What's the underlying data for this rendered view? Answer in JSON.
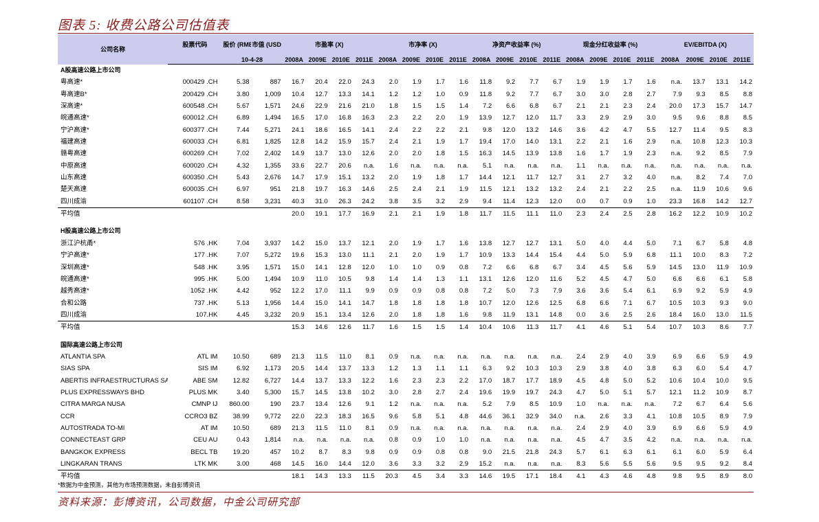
{
  "title": "图表 5: 收费公路公司估值表",
  "header": {
    "company": "公司名称",
    "code": "股票代码",
    "price": "股价 (RMB)",
    "mcap": "市值 (USD m)",
    "groups": [
      "市盈率 (X)",
      "市净率 (X)",
      "净资产收益率 (%)",
      "现金分红收益率 (%)",
      "EV/EBITDA (X)"
    ],
    "date": "10-4-28",
    "years": [
      "2008A",
      "2009E",
      "2010E",
      "2011E"
    ]
  },
  "sections": [
    {
      "label": "A股高速公路上市公司",
      "rows": [
        [
          "粤高速*",
          "000429 .CH",
          "5.38",
          "887",
          "16.7",
          "20.4",
          "22.0",
          "24.3",
          "2.0",
          "1.9",
          "1.7",
          "1.6",
          "11.8",
          "9.2",
          "7.7",
          "6.7",
          "1.9",
          "1.9",
          "1.7",
          "1.6",
          "n.a.",
          "13.7",
          "13.1",
          "14.2"
        ],
        [
          "粤高速B*",
          "200429 .CH",
          "3.80",
          "1,009",
          "10.4",
          "12.7",
          "13.3",
          "14.1",
          "1.2",
          "1.2",
          "1.0",
          "0.9",
          "11.8",
          "9.2",
          "7.7",
          "6.7",
          "3.0",
          "3.0",
          "2.8",
          "2.7",
          "7.9",
          "9.3",
          "8.5",
          "8.8"
        ],
        [
          "深高速*",
          "600548 .CH",
          "5.67",
          "1,571",
          "24.6",
          "22.9",
          "21.6",
          "21.0",
          "1.8",
          "1.5",
          "1.5",
          "1.4",
          "7.2",
          "6.6",
          "6.8",
          "6.7",
          "2.1",
          "2.1",
          "2.3",
          "2.4",
          "20.0",
          "17.3",
          "15.7",
          "14.7"
        ],
        [
          "皖通高速*",
          "600012 .CH",
          "6.89",
          "1,494",
          "16.5",
          "17.0",
          "16.8",
          "16.3",
          "2.3",
          "2.2",
          "2.0",
          "1.9",
          "13.9",
          "12.7",
          "12.0",
          "11.7",
          "3.3",
          "2.9",
          "2.9",
          "3.0",
          "9.5",
          "9.6",
          "8.8",
          "8.5"
        ],
        [
          "宁沪高速*",
          "600377 .CH",
          "7.44",
          "5,271",
          "24.1",
          "18.6",
          "16.5",
          "14.1",
          "2.4",
          "2.2",
          "2.2",
          "2.1",
          "9.8",
          "12.0",
          "13.2",
          "14.6",
          "3.6",
          "4.2",
          "4.7",
          "5.5",
          "12.7",
          "11.4",
          "9.5",
          "8.3"
        ],
        [
          "福建高速",
          "600033 .CH",
          "6.81",
          "1,825",
          "12.8",
          "14.2",
          "15.9",
          "15.7",
          "2.4",
          "2.1",
          "1.9",
          "1.7",
          "19.4",
          "17.0",
          "14.0",
          "13.1",
          "2.2",
          "2.1",
          "1.6",
          "2.9",
          "n.a.",
          "10.8",
          "12.3",
          "10.3"
        ],
        [
          "赣粤高速",
          "600269 .CH",
          "7.02",
          "2,402",
          "14.9",
          "13.7",
          "13.0",
          "12.6",
          "2.0",
          "2.0",
          "1.8",
          "1.5",
          "16.3",
          "14.5",
          "13.9",
          "13.8",
          "1.6",
          "1.7",
          "1.9",
          "2.3",
          "n.a.",
          "9.2",
          "8.5",
          "7.9"
        ],
        [
          "中原高速",
          "600020 .CH",
          "4.32",
          "1,355",
          "33.6",
          "22.7",
          "20.6",
          "n.a.",
          "1.6",
          "n.a.",
          "n.a.",
          "n.a.",
          "5.1",
          "n.a.",
          "n.a.",
          "n.a.",
          "1.1",
          "n.a.",
          "n.a.",
          "n.a.",
          "n.a.",
          "n.a.",
          "n.a.",
          "n.a."
        ],
        [
          "山东高速",
          "600350 .CH",
          "5.43",
          "2,676",
          "14.7",
          "17.9",
          "15.1",
          "13.2",
          "2.0",
          "1.9",
          "1.8",
          "1.7",
          "14.4",
          "12.1",
          "11.7",
          "12.7",
          "3.1",
          "2.7",
          "3.2",
          "4.0",
          "n.a.",
          "8.2",
          "7.4",
          "7.0"
        ],
        [
          "楚天高速",
          "600035 .CH",
          "6.97",
          "951",
          "21.8",
          "19.7",
          "16.3",
          "14.6",
          "2.5",
          "2.4",
          "2.1",
          "1.9",
          "11.5",
          "12.1",
          "13.2",
          "13.2",
          "2.4",
          "2.1",
          "2.2",
          "2.5",
          "n.a.",
          "11.9",
          "10.6",
          "9.6"
        ],
        [
          "四川成渝",
          "601107 .CH",
          "8.58",
          "3,231",
          "40.3",
          "31.0",
          "26.3",
          "24.2",
          "3.8",
          "3.5",
          "3.2",
          "2.9",
          "9.4",
          "11.4",
          "12.3",
          "12.0",
          "0.0",
          "0.7",
          "0.9",
          "1.0",
          "23.3",
          "16.8",
          "14.2",
          "12.7"
        ]
      ],
      "average": [
        "平均值",
        "",
        "",
        "",
        "20.0",
        "19.1",
        "17.7",
        "16.9",
        "2.1",
        "2.1",
        "1.9",
        "1.8",
        "11.7",
        "11.5",
        "11.1",
        "11.0",
        "2.3",
        "2.4",
        "2.5",
        "2.8",
        "16.2",
        "12.2",
        "10.9",
        "10.2"
      ]
    },
    {
      "label": "H股高速公路上市公司",
      "rows": [
        [
          "浙江沪杭甬*",
          "576 .HK",
          "7.04",
          "3,937",
          "14.2",
          "15.0",
          "13.7",
          "12.1",
          "2.0",
          "1.9",
          "1.7",
          "1.6",
          "13.8",
          "12.7",
          "12.7",
          "13.1",
          "5.0",
          "4.0",
          "4.4",
          "5.0",
          "7.1",
          "6.7",
          "5.8",
          "4.8"
        ],
        [
          "宁沪高速*",
          "177 .HK",
          "7.07",
          "5,272",
          "19.6",
          "15.3",
          "13.0",
          "11.1",
          "2.1",
          "2.0",
          "1.9",
          "1.7",
          "10.9",
          "13.3",
          "14.4",
          "15.4",
          "4.4",
          "5.0",
          "5.9",
          "6.8",
          "11.1",
          "10.0",
          "8.3",
          "7.2"
        ],
        [
          "深圳高速*",
          "548 .HK",
          "3.95",
          "1,571",
          "15.0",
          "14.1",
          "12.8",
          "12.0",
          "1.0",
          "1.0",
          "0.9",
          "0.8",
          "7.2",
          "6.6",
          "6.8",
          "6.7",
          "3.4",
          "4.5",
          "5.6",
          "5.9",
          "14.5",
          "13.0",
          "11.9",
          "10.9"
        ],
        [
          "皖通高速*",
          "995 .HK",
          "5.00",
          "1,494",
          "10.9",
          "11.0",
          "10.5",
          "9.8",
          "1.4",
          "1.4",
          "1.3",
          "1.1",
          "13.1",
          "12.6",
          "12.0",
          "11.6",
          "5.2",
          "4.5",
          "4.7",
          "5.0",
          "6.6",
          "6.6",
          "6.1",
          "5.8"
        ],
        [
          "越秀高速*",
          "1052 .HK",
          "4.42",
          "952",
          "12.2",
          "17.0",
          "11.1",
          "9.9",
          "0.9",
          "0.9",
          "0.8",
          "0.8",
          "7.2",
          "5.0",
          "7.3",
          "7.9",
          "3.6",
          "3.6",
          "5.4",
          "6.1",
          "6.9",
          "9.2",
          "5.9",
          "4.9"
        ],
        [
          "合和公路",
          "737 .HK",
          "5.13",
          "1,956",
          "14.4",
          "15.0",
          "14.1",
          "14.7",
          "1.8",
          "1.8",
          "1.8",
          "1.8",
          "10.7",
          "12.0",
          "12.6",
          "12.5",
          "6.8",
          "6.6",
          "7.1",
          "6.7",
          "10.5",
          "10.3",
          "9.3",
          "9.0"
        ],
        [
          "四川成渝",
          "107.HK",
          "4.45",
          "3,232",
          "20.9",
          "15.1",
          "13.4",
          "12.6",
          "2.0",
          "1.8",
          "1.8",
          "1.6",
          "9.8",
          "11.9",
          "13.1",
          "14.8",
          "0.0",
          "3.6",
          "2.5",
          "2.6",
          "18.4",
          "16.0",
          "13.0",
          "11.5"
        ]
      ],
      "average": [
        "平均值",
        "",
        "",
        "",
        "15.3",
        "14.6",
        "12.6",
        "11.7",
        "1.6",
        "1.5",
        "1.5",
        "1.4",
        "10.4",
        "10.6",
        "11.3",
        "11.7",
        "4.1",
        "4.6",
        "5.1",
        "5.4",
        "10.7",
        "10.3",
        "8.6",
        "7.7"
      ]
    },
    {
      "label": "国际高速公路上市公司",
      "rows": [
        [
          "ATLANTIA SPA",
          "ATL IM",
          "10.50",
          "689",
          "21.3",
          "11.5",
          "11.0",
          "8.1",
          "0.9",
          "n.a.",
          "n.a.",
          "n.a.",
          "n.a.",
          "n.a.",
          "n.a.",
          "n.a.",
          "2.4",
          "2.9",
          "4.0",
          "3.9",
          "6.9",
          "6.6",
          "5.9",
          "4.9"
        ],
        [
          "SIAS SPA",
          "SIS IM",
          "6.92",
          "1,173",
          "20.5",
          "14.4",
          "13.7",
          "13.3",
          "1.2",
          "1.3",
          "1.1",
          "1.1",
          "6.3",
          "9.2",
          "10.3",
          "10.3",
          "2.9",
          "3.8",
          "4.0",
          "3.8",
          "6.3",
          "6.0",
          "5.4",
          "4.7"
        ],
        [
          "ABERTIS INFRAESTRUCTURAS SA",
          "ABE SM",
          "12.82",
          "6,727",
          "14.4",
          "13.7",
          "13.3",
          "12.2",
          "1.6",
          "2.3",
          "2.3",
          "2.2",
          "17.0",
          "18.7",
          "17.7",
          "18.9",
          "4.5",
          "4.8",
          "5.0",
          "5.2",
          "10.6",
          "10.4",
          "10.0",
          "9.5"
        ],
        [
          "PLUS EXPRESSWAYS BHD",
          "PLUS MK",
          "3.40",
          "5,300",
          "15.7",
          "14.5",
          "13.8",
          "10.2",
          "3.0",
          "2.8",
          "2.7",
          "2.4",
          "19.6",
          "19.9",
          "19.7",
          "24.3",
          "4.7",
          "5.0",
          "5.1",
          "5.7",
          "12.1",
          "11.2",
          "10.9",
          "8.7"
        ],
        [
          "CITRA MARGA NUSA",
          "CMNP IJ",
          "860.00",
          "190",
          "23.7",
          "13.4",
          "12.6",
          "9.1",
          "1.2",
          "n.a.",
          "n.a.",
          "n.a.",
          "5.2",
          "7.9",
          "8.5",
          "10.9",
          "1.0",
          "n.a.",
          "n.a.",
          "n.a.",
          "7.2",
          "6.7",
          "6.4",
          "5.6"
        ],
        [
          "CCR",
          "CCRO3 BZ",
          "38.99",
          "9,772",
          "22.0",
          "22.3",
          "18.3",
          "16.5",
          "9.6",
          "5.8",
          "5.1",
          "4.8",
          "44.6",
          "36.1",
          "32.9",
          "34.0",
          "n.a.",
          "2.6",
          "3.3",
          "4.1",
          "10.8",
          "10.5",
          "8.9",
          "7.9"
        ],
        [
          "AUTOSTRADA TO-MI",
          "AT IM",
          "10.50",
          "689",
          "21.3",
          "11.5",
          "11.0",
          "8.1",
          "0.9",
          "n.a.",
          "n.a.",
          "n.a.",
          "n.a.",
          "n.a.",
          "n.a.",
          "n.a.",
          "2.4",
          "2.9",
          "4.0",
          "3.9",
          "6.9",
          "6.6",
          "5.9",
          "4.9"
        ],
        [
          "CONNECTEAST GRP",
          "CEU AU",
          "0.43",
          "1,814",
          "n.a.",
          "n.a.",
          "n.a.",
          "n.a.",
          "0.8",
          "0.9",
          "1.0",
          "1.0",
          "n.a.",
          "n.a.",
          "n.a.",
          "n.a.",
          "4.5",
          "4.7",
          "3.5",
          "4.2",
          "n.a.",
          "n.a.",
          "n.a.",
          "n.a."
        ],
        [
          "BANGKOK EXPRESS",
          "BECL TB",
          "19.20",
          "457",
          "10.2",
          "8.7",
          "8.3",
          "9.8",
          "0.9",
          "0.9",
          "0.8",
          "0.8",
          "9.0",
          "21.5",
          "21.8",
          "24.3",
          "5.7",
          "6.1",
          "6.3",
          "6.1",
          "6.1",
          "6.0",
          "5.9",
          "6.4"
        ],
        [
          "LINGKARAN TRANS",
          "LTK MK",
          "3.00",
          "468",
          "14.5",
          "16.0",
          "14.4",
          "12.0",
          "3.6",
          "3.3",
          "3.2",
          "2.9",
          "15.2",
          "n.a.",
          "n.a.",
          "n.a.",
          "8.3",
          "5.6",
          "5.5",
          "5.6",
          "9.5",
          "9.5",
          "9.2",
          "8.4"
        ]
      ],
      "average": [
        "平均值",
        "",
        "",
        "",
        "18.1",
        "14.3",
        "13.3",
        "11.5",
        "20.3",
        "4.5",
        "3.4",
        "3.3",
        "14.6",
        "19.5",
        "17.1",
        "18.4",
        "4.1",
        "4.3",
        "4.6",
        "4.8",
        "9.8",
        "9.5",
        "8.9",
        "8.0"
      ]
    }
  ],
  "note": "*数据为中金预测，其他为市场预测数据，未自彭博资讯",
  "source": "资料来源：彭博资讯，公司数据，中金公司研究部",
  "colors": {
    "accent": "#8a1b1b",
    "header_bg": "#ccccee"
  }
}
